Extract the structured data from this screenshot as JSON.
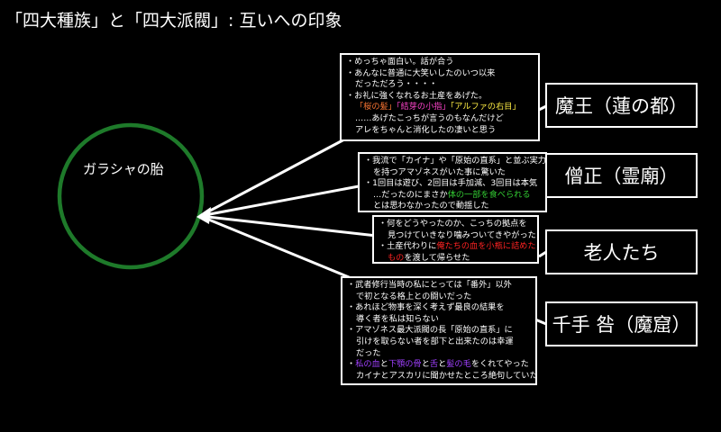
{
  "title": "「四大種族」と「四大派閥」: 互いへの印象",
  "center": {
    "label": "ガラシャの胎",
    "color": "#1e7a2a"
  },
  "colors": {
    "orange": "#ff7733",
    "magenta": "#ff44cc",
    "yellow": "#ffee44",
    "green": "#33cc33",
    "red": "#ff2222",
    "purple": "#a040ff"
  },
  "groups": [
    {
      "label": "魔王（蓮の都）",
      "lines": [
        {
          "ind": false,
          "segs": [
            {
              "t": "・めっちゃ面白い。話が合う"
            }
          ]
        },
        {
          "ind": false,
          "segs": [
            {
              "t": "・あんなに普通に大笑いしたのいつ以来"
            }
          ]
        },
        {
          "ind": true,
          "segs": [
            {
              "t": "だっただろう・・・・"
            }
          ]
        },
        {
          "ind": false,
          "segs": [
            {
              "t": "・お礼に強くなれるお土産をあげた。"
            }
          ]
        },
        {
          "ind": true,
          "segs": [
            {
              "t": "「桜の髪」",
              "c": "orange"
            },
            {
              "t": "「結芽の小指」",
              "c": "magenta"
            },
            {
              "t": "「アルファの右目」",
              "c": "yellow"
            }
          ]
        },
        {
          "ind": true,
          "segs": [
            {
              "t": "……あげたこっちが言うのもなんだけど"
            }
          ]
        },
        {
          "ind": true,
          "segs": [
            {
              "t": "アレをちゃんと消化したの凄いと思う"
            }
          ]
        }
      ]
    },
    {
      "label": "僧正（霊廟）",
      "lines": [
        {
          "ind": false,
          "segs": [
            {
              "t": "・我流で「カイナ」や「原始の直系」と並ぶ実力"
            }
          ]
        },
        {
          "ind": true,
          "segs": [
            {
              "t": "を持つアマゾネスがいた事に驚いた"
            }
          ]
        },
        {
          "ind": false,
          "segs": [
            {
              "t": "・1回目は遊び、2回目は手加減、3回目は本気"
            }
          ]
        },
        {
          "ind": true,
          "segs": [
            {
              "t": "…だったのにまさか"
            },
            {
              "t": "体の一部を食べられる",
              "c": "green"
            }
          ]
        },
        {
          "ind": true,
          "segs": [
            {
              "t": "とは思わなかったので動揺した"
            }
          ]
        }
      ]
    },
    {
      "label": "老人たち",
      "lines": [
        {
          "ind": false,
          "segs": [
            {
              "t": "・何をどうやったのか、こっちの拠点を"
            }
          ]
        },
        {
          "ind": true,
          "segs": [
            {
              "t": "見つけていきなり噛みついてきやがった"
            }
          ]
        },
        {
          "ind": false,
          "segs": [
            {
              "t": "・土産代わりに"
            },
            {
              "t": "俺たちの血を小瓶に詰めた",
              "c": "red"
            }
          ]
        },
        {
          "ind": true,
          "segs": [
            {
              "t": "もの",
              "c": "red"
            },
            {
              "t": "を渡して帰らせた"
            }
          ]
        }
      ]
    },
    {
      "label": "千手 咎（魔窟）",
      "lines": [
        {
          "ind": false,
          "segs": [
            {
              "t": "・武者修行当時の私にとっては「番外」以外"
            }
          ]
        },
        {
          "ind": true,
          "segs": [
            {
              "t": "で初となる格上との闘いだった"
            }
          ]
        },
        {
          "ind": false,
          "segs": [
            {
              "t": "・あれほど物事を深く考えず最良の結果を"
            }
          ]
        },
        {
          "ind": true,
          "segs": [
            {
              "t": "導く者を私は知らない"
            }
          ]
        },
        {
          "ind": false,
          "segs": [
            {
              "t": "・アマゾネス最大派閥の長「原始の直系」に"
            }
          ]
        },
        {
          "ind": true,
          "segs": [
            {
              "t": "引けを取らない者を部下と出来たのは幸運"
            }
          ]
        },
        {
          "ind": true,
          "segs": [
            {
              "t": "だった"
            }
          ]
        },
        {
          "ind": false,
          "segs": [
            {
              "t": "・"
            },
            {
              "t": "私の血",
              "c": "purple"
            },
            {
              "t": "と"
            },
            {
              "t": "下顎の骨",
              "c": "purple"
            },
            {
              "t": "と"
            },
            {
              "t": "舌",
              "c": "purple"
            },
            {
              "t": "と"
            },
            {
              "t": "髪の毛",
              "c": "purple"
            },
            {
              "t": "をくれてやった"
            }
          ]
        },
        {
          "ind": true,
          "segs": [
            {
              "t": "カイナとアスカリに聞かせたところ絶句していた"
            }
          ]
        }
      ]
    }
  ]
}
